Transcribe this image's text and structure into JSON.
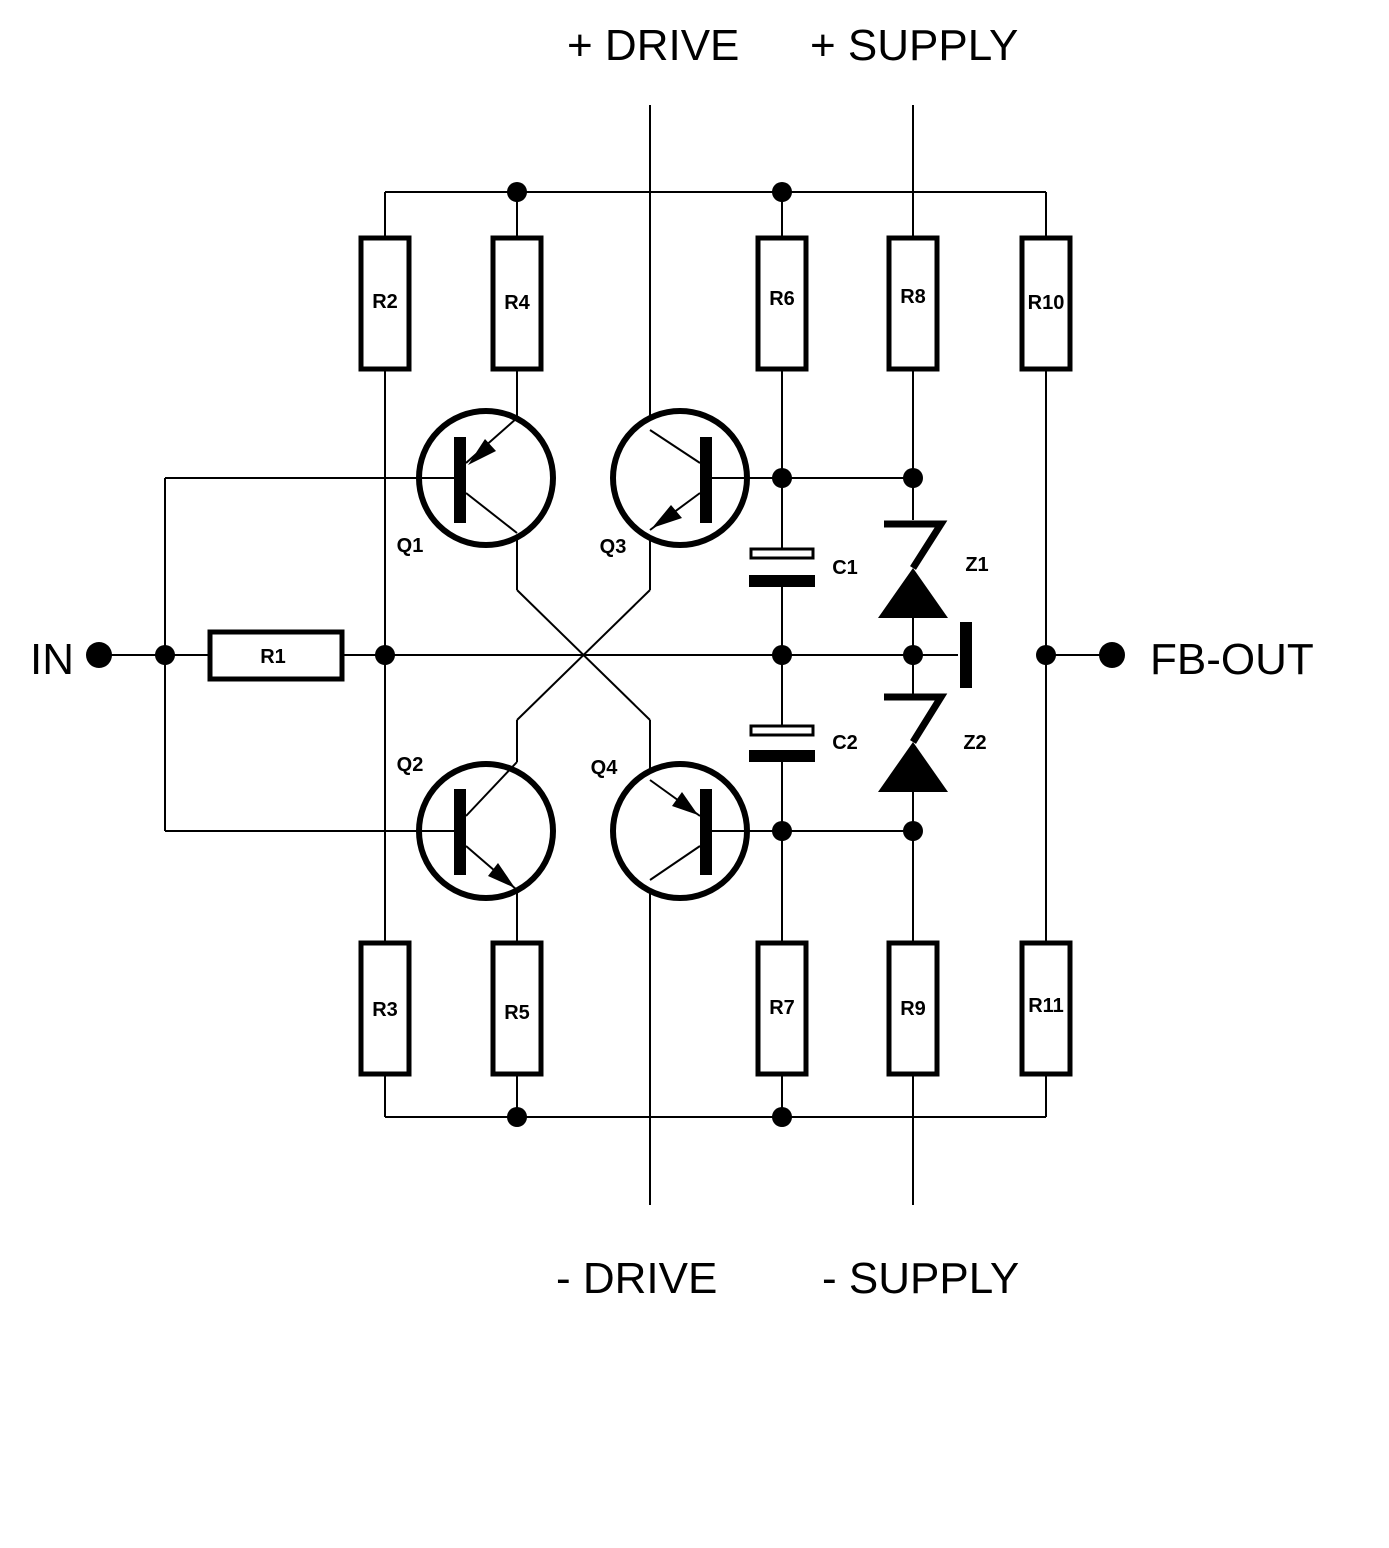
{
  "terminals": {
    "pos_drive": "+ DRIVE",
    "pos_supply": "+ SUPPLY",
    "neg_drive": "- DRIVE",
    "neg_supply": "- SUPPLY",
    "input": "IN",
    "output": "FB-OUT"
  },
  "resistors": {
    "r1": "R1",
    "r2": "R2",
    "r3": "R3",
    "r4": "R4",
    "r5": "R5",
    "r6": "R6",
    "r7": "R7",
    "r8": "R8",
    "r9": "R9",
    "r10": "R10",
    "r11": "R11"
  },
  "transistors": {
    "q1": "Q1",
    "q2": "Q2",
    "q3": "Q3",
    "q4": "Q4"
  },
  "capacitors": {
    "c1": "C1",
    "c2": "C2"
  },
  "zeners": {
    "z1": "Z1",
    "z2": "Z2"
  }
}
